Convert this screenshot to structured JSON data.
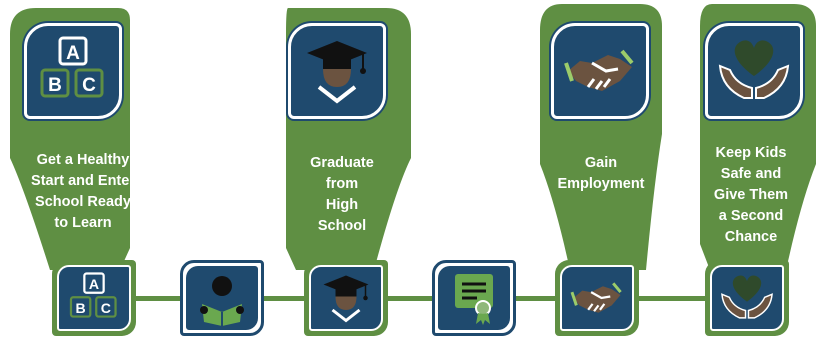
{
  "steps": [
    {
      "label": "Get a Healthy\nStart and Enter\nSchool Ready\nto Learn",
      "icon": "abc-blocks-icon"
    },
    {
      "label": "Graduate\nfrom\nHigh\nSchool",
      "icon": "graduation-cap-icon"
    },
    {
      "label": "Gain\nEmployment",
      "icon": "handshake-icon"
    },
    {
      "label": "Keep Kids\nSafe and\nGive Them\na Second\nChance",
      "icon": "heart-hands-icon"
    }
  ],
  "milestones": [
    {
      "icon": "abc-blocks-icon"
    },
    {
      "icon": "child-reading-icon"
    },
    {
      "icon": "graduation-cap-icon"
    },
    {
      "icon": "diploma-certificate-icon"
    },
    {
      "icon": "handshake-icon"
    },
    {
      "icon": "heart-hands-icon"
    }
  ],
  "blocks": {
    "a": "A",
    "b": "B",
    "c": "C"
  },
  "colors": {
    "green": "#5f8f43",
    "navy": "#1f4a6e",
    "white": "#ffffff",
    "brown": "#6b5340",
    "dark_green": "#2f4a2b"
  }
}
